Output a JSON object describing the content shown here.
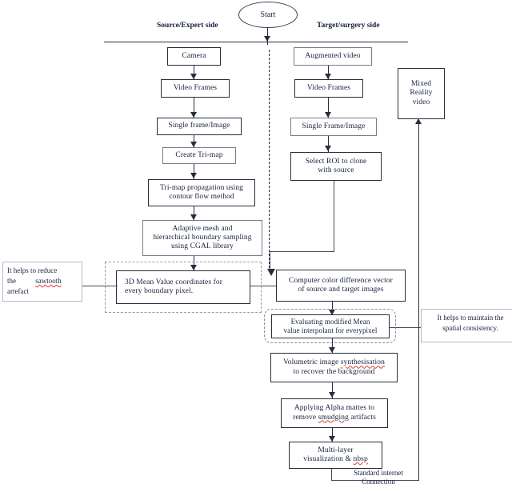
{
  "diagram": {
    "title_node": "Start",
    "captions": {
      "left": "Source/Expert side",
      "right": "Target/surgery side"
    },
    "edge_labels": {
      "internet": "Standard internet\nConnection"
    },
    "left_column": [
      {
        "id": "camera",
        "label": "Camera"
      },
      {
        "id": "video-frames-left",
        "label": "Video Frames"
      },
      {
        "id": "single-frame-image-left",
        "label": "Single frame/Image"
      },
      {
        "id": "create-trimap",
        "label": "Create Tri-map"
      },
      {
        "id": "trimap-propagation",
        "label": "Tri-map propagation using\ncontour flow method"
      },
      {
        "id": "adaptive-mesh",
        "label": "Adaptive mesh and\nhierarchical boundary sampling\nusing CGAL library"
      },
      {
        "id": "mean-value-coords",
        "label": "3D Mean Value coordinates for\nevery boundary pixel."
      }
    ],
    "right_column": [
      {
        "id": "augmented-video",
        "label": "Augmented video"
      },
      {
        "id": "video-frames-right",
        "label": "Video Frames"
      },
      {
        "id": "single-frame-image-right",
        "label": "Single Frame/Image"
      },
      {
        "id": "select-roi",
        "label": "Select ROI to clone\nwith source"
      }
    ],
    "merge_column": [
      {
        "id": "color-difference",
        "label": "Computer color difference vector\nof source and target images"
      },
      {
        "id": "evaluating-mean-value",
        "label": "Evaluating modified Mean\nvalue interpolant for everypixel"
      },
      {
        "id": "volumetric-synth",
        "label_parts": [
          "Volumetric image ",
          "synthesisation",
          "\nto recover the background"
        ],
        "spell_error": "synthesisation"
      },
      {
        "id": "alpha-mattes",
        "label_parts": [
          "Applying Alpha mattes to\nremove ",
          "smudging",
          " artifacts"
        ],
        "spell_error": "smudging"
      },
      {
        "id": "multi-layer",
        "label_parts": [
          "Multi-layer\nvisualization & ",
          "nbsp",
          ""
        ],
        "spell_error": "nbsp"
      }
    ],
    "output_node": {
      "id": "mixed-reality-video",
      "label": "Mixed\nReality\nvideo"
    },
    "notes": [
      {
        "id": "note-sawtooth",
        "text_parts": [
          "It helps  to reduce the ",
          "sawtooth",
          " artefact"
        ],
        "spell_error": "sawtooth"
      },
      {
        "id": "note-spatial",
        "text_parts": [
          "It helps to maintain the spatial consistency.",
          "",
          ""
        ],
        "spell_error": ""
      }
    ],
    "text": {
      "start": "Start",
      "source_side": "Source/Expert side",
      "target_side": "Target/surgery side",
      "camera": "Camera",
      "video_frames_left": "Video Frames",
      "single_frame_left": "Single frame/Image",
      "create_trimap": "Create Tri-map",
      "trimap_prop_l1": "Tri-map propagation using",
      "trimap_prop_l2": "contour flow method",
      "adaptive_l1": "Adaptive mesh and",
      "adaptive_l2": "hierarchical boundary sampling",
      "adaptive_l3": "using CGAL library",
      "mvc_l1": "3D Mean Value coordinates for",
      "mvc_l2": "every boundary pixel.",
      "augmented_video": "Augmented video",
      "video_frames_right": "Video Frames",
      "single_frame_right": "Single Frame/Image",
      "select_roi_l1": "Select ROI to clone",
      "select_roi_l2": "with source",
      "colordiff_l1": "Computer color difference vector",
      "colordiff_l2": "of source and target images",
      "evalmv_l1": "Evaluating modified Mean",
      "evalmv_l2": "value interpolant for everypixel",
      "volumetric_pre": "Volumetric image ",
      "volumetric_err": "synthesisation",
      "volumetric_l2": "to recover the background",
      "alpha_l1": "Applying Alpha mattes to",
      "alpha_pre": "remove ",
      "alpha_err": "smudging",
      "alpha_post": " artifacts",
      "multilayer_l1": "Multi-layer",
      "multilayer_pre": "visualization & ",
      "multilayer_err": "nbsp",
      "mixed_l1": "Mixed",
      "mixed_l2": "Reality",
      "mixed_l3": "video",
      "note1_p1": "It helps  to reduce",
      "note1_p2": "the",
      "note1_err": "sawtooth",
      "note1_p3": "artefact",
      "note2_l1": "It helps to maintain the",
      "note2_l2": "spatial consistency.",
      "internet_l1": "Standard internet",
      "internet_l2": "Connection"
    }
  }
}
